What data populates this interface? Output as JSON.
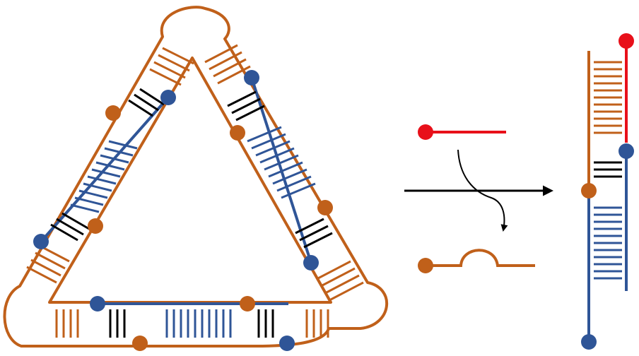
{
  "colors": {
    "orange": "#C0601A",
    "blue": "#2F5597",
    "red": "#E8101A",
    "black": "#000000",
    "background": "#FFFFFF"
  },
  "diagram": {
    "left": {
      "name": "triangular-dna-assembly",
      "edges": [
        "left-edge",
        "right-edge",
        "bottom-edge"
      ],
      "corner_loops": 3,
      "nodes": {
        "orange": 6,
        "blue": 6
      }
    },
    "middle": {
      "name": "strand-displacement-reaction",
      "input_strand_color": "red",
      "released_strand_color": "orange"
    },
    "right": {
      "name": "product-duplex",
      "strands": [
        "orange",
        "red",
        "blue"
      ]
    }
  }
}
